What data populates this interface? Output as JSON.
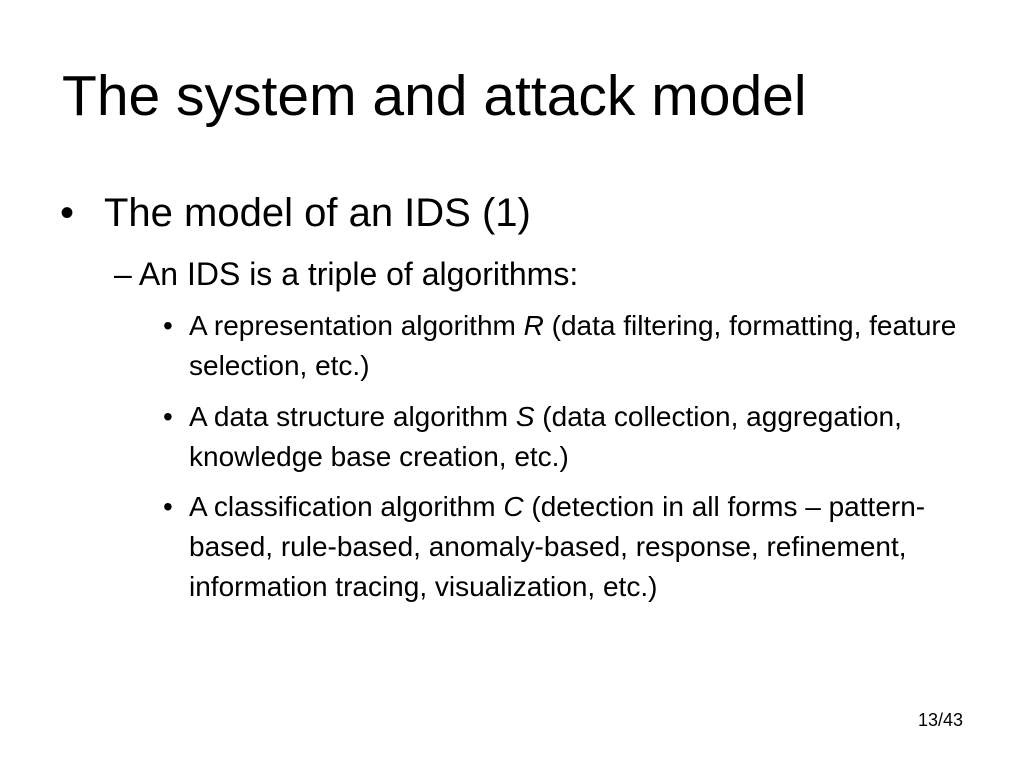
{
  "slide": {
    "title": "The system and attack model",
    "bullet_marker": "•",
    "dash_marker": "–",
    "level1": "The model of an IDS (1)",
    "level2": "An IDS is a triple of algorithms:",
    "items": [
      {
        "prefix": "A representation algorithm ",
        "variable": "R",
        "suffix": " (data filtering, formatting, feature selection, etc.)"
      },
      {
        "prefix": "A data structure algorithm ",
        "variable": "S",
        "suffix": " (data collection, aggregation, knowledge base creation, etc.)"
      },
      {
        "prefix": "A classification algorithm ",
        "variable": "C",
        "suffix": " (detection in all forms – pattern-based, rule-based, anomaly-based, response, refinement, information tracing, visualization, etc.)"
      }
    ],
    "page_number": "13/43"
  }
}
